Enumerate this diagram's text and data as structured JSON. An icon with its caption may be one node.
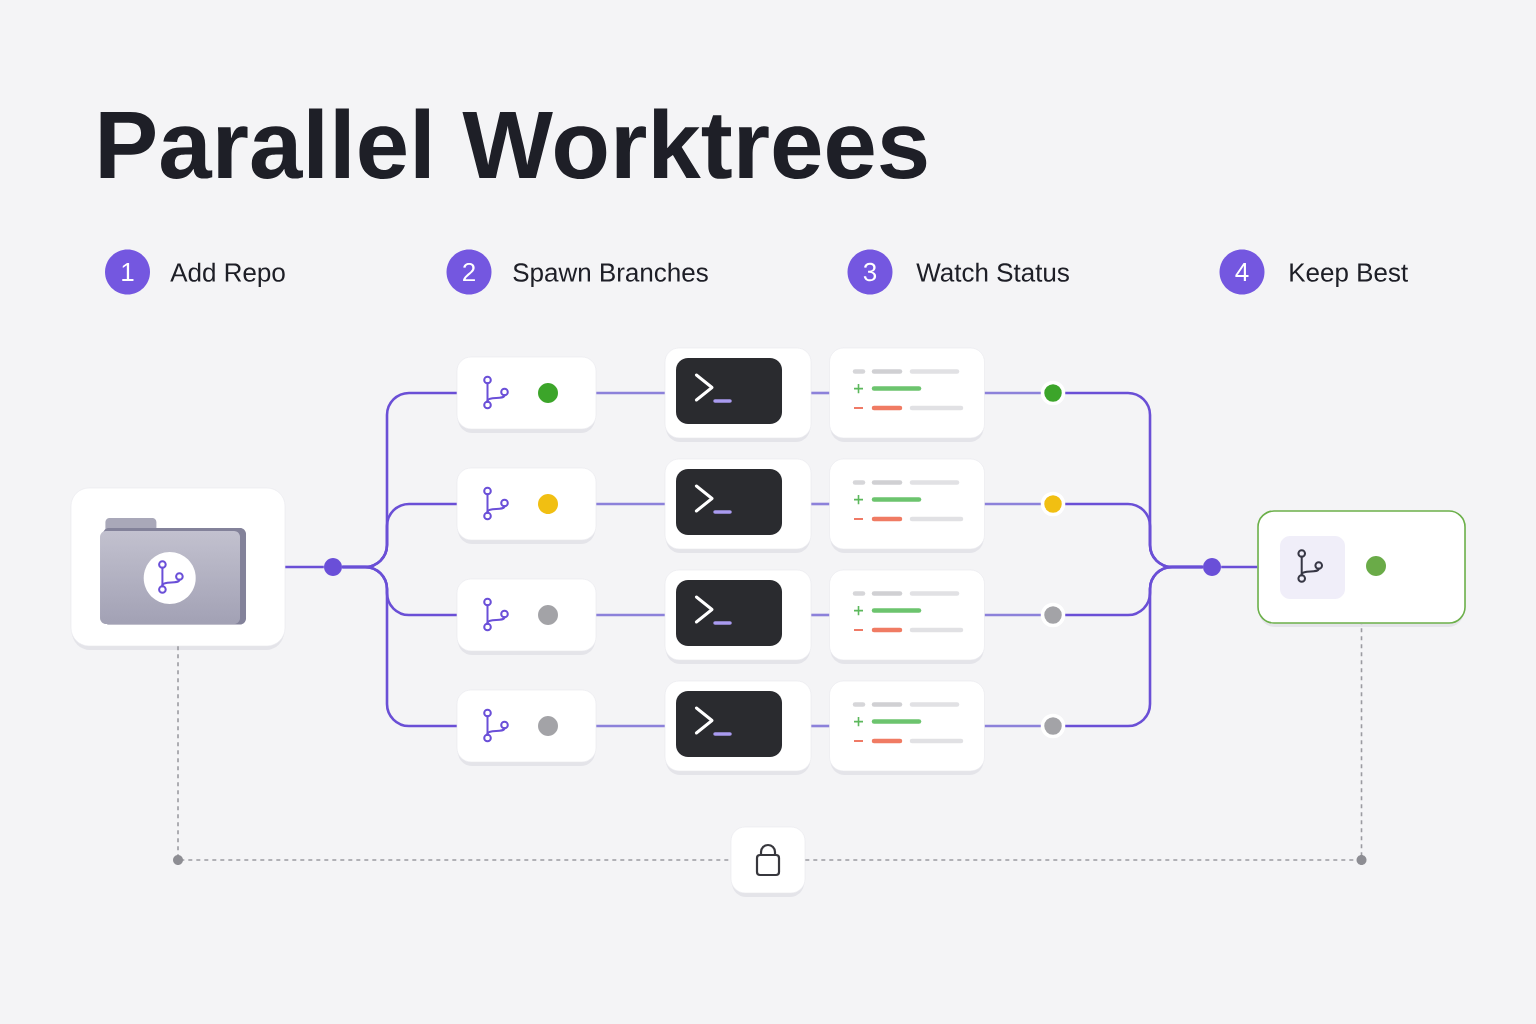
{
  "diagram": {
    "title": "Parallel Worktrees",
    "nodes": [
      {
        "text": [
          "1"
        ],
        "beside": [
          "Add Repo"
        ]
      },
      {
        "text": [
          "2"
        ],
        "beside": [
          "Spawn Branches"
        ]
      },
      {
        "text": [
          "3"
        ],
        "beside": [
          "Watch Status"
        ]
      },
      {
        "text": [
          "4"
        ],
        "beside": [
          "Keep Best"
        ]
      },
      {
        "text": [],
        "shape": "box"
      },
      {
        "text": [],
        "shape": "circle"
      },
      {
        "text": [],
        "shape": "box"
      },
      {
        "text": [],
        "shape": "box"
      },
      {
        "text": [],
        "shape": "box"
      },
      {
        "text": [],
        "shape": "box"
      },
      {
        "text": [],
        "shape": "box"
      },
      {
        "text": [],
        "shape": "box"
      },
      {
        "text": [],
        "shape": "box"
      },
      {
        "text": [],
        "shape": "box"
      },
      {
        "text": [],
        "shape": "box"
      },
      {
        "text": [],
        "shape": "box"
      },
      {
        "text": [],
        "shape": "box"
      },
      {
        "text": [],
        "shape": "box"
      },
      {
        "text": [],
        "shape": "circle"
      },
      {
        "text": [],
        "shape": "circle"
      },
      {
        "text": [],
        "shape": "circle"
      },
      {
        "text": [],
        "shape": "circle"
      },
      {
        "text": [],
        "shape": "circle"
      },
      {
        "text": [],
        "shape": "box"
      },
      {
        "text": [],
        "shape": "box"
      }
    ],
    "edges": [
      {
        "from": 4,
        "to": 5,
        "arrow": "none",
        "color": "#6a4fd6"
      },
      {
        "from": 5,
        "to": 6,
        "arrow": "none",
        "color": "#6a4fd6"
      },
      {
        "from": 5,
        "to": 7,
        "arrow": "none",
        "color": "#6a4fd6"
      },
      {
        "from": 5,
        "to": 8,
        "arrow": "none",
        "color": "#6a4fd6"
      },
      {
        "from": 5,
        "to": 9,
        "arrow": "none",
        "color": "#6a4fd6"
      },
      {
        "from": 6,
        "to": 10,
        "arrow": "none"
      },
      {
        "from": 7,
        "to": 11,
        "arrow": "none"
      },
      {
        "from": 8,
        "to": 12,
        "arrow": "none"
      },
      {
        "from": 9,
        "to": 13,
        "arrow": "none"
      },
      {
        "from": 10,
        "to": 14,
        "arrow": "none"
      },
      {
        "from": 11,
        "to": 15,
        "arrow": "none"
      },
      {
        "from": 12,
        "to": 16,
        "arrow": "none"
      },
      {
        "from": 13,
        "to": 17,
        "arrow": "none"
      },
      {
        "from": 14,
        "to": 18,
        "arrow": "none"
      },
      {
        "from": 15,
        "to": 19,
        "arrow": "none"
      },
      {
        "from": 16,
        "to": 20,
        "arrow": "none"
      },
      {
        "from": 17,
        "to": 21,
        "arrow": "none"
      },
      {
        "from": 18,
        "to": 22,
        "arrow": "none",
        "color": "#6a4fd6"
      },
      {
        "from": 19,
        "to": 22,
        "arrow": "none",
        "color": "#6a4fd6"
      },
      {
        "from": 20,
        "to": 22,
        "arrow": "none",
        "color": "#6a4fd6"
      },
      {
        "from": 21,
        "to": 22,
        "arrow": "none",
        "color": "#6a4fd6"
      },
      {
        "from": 22,
        "to": 23,
        "arrow": "none",
        "color": "#6a4fd6"
      },
      {
        "from": 4,
        "to": 24,
        "arrow": "none",
        "style": "dashed",
        "color": "#9b9ba1"
      },
      {
        "from": 24,
        "to": 23,
        "arrow": "none",
        "style": "dashed",
        "color": "#9b9ba1"
      }
    ]
  }
}
